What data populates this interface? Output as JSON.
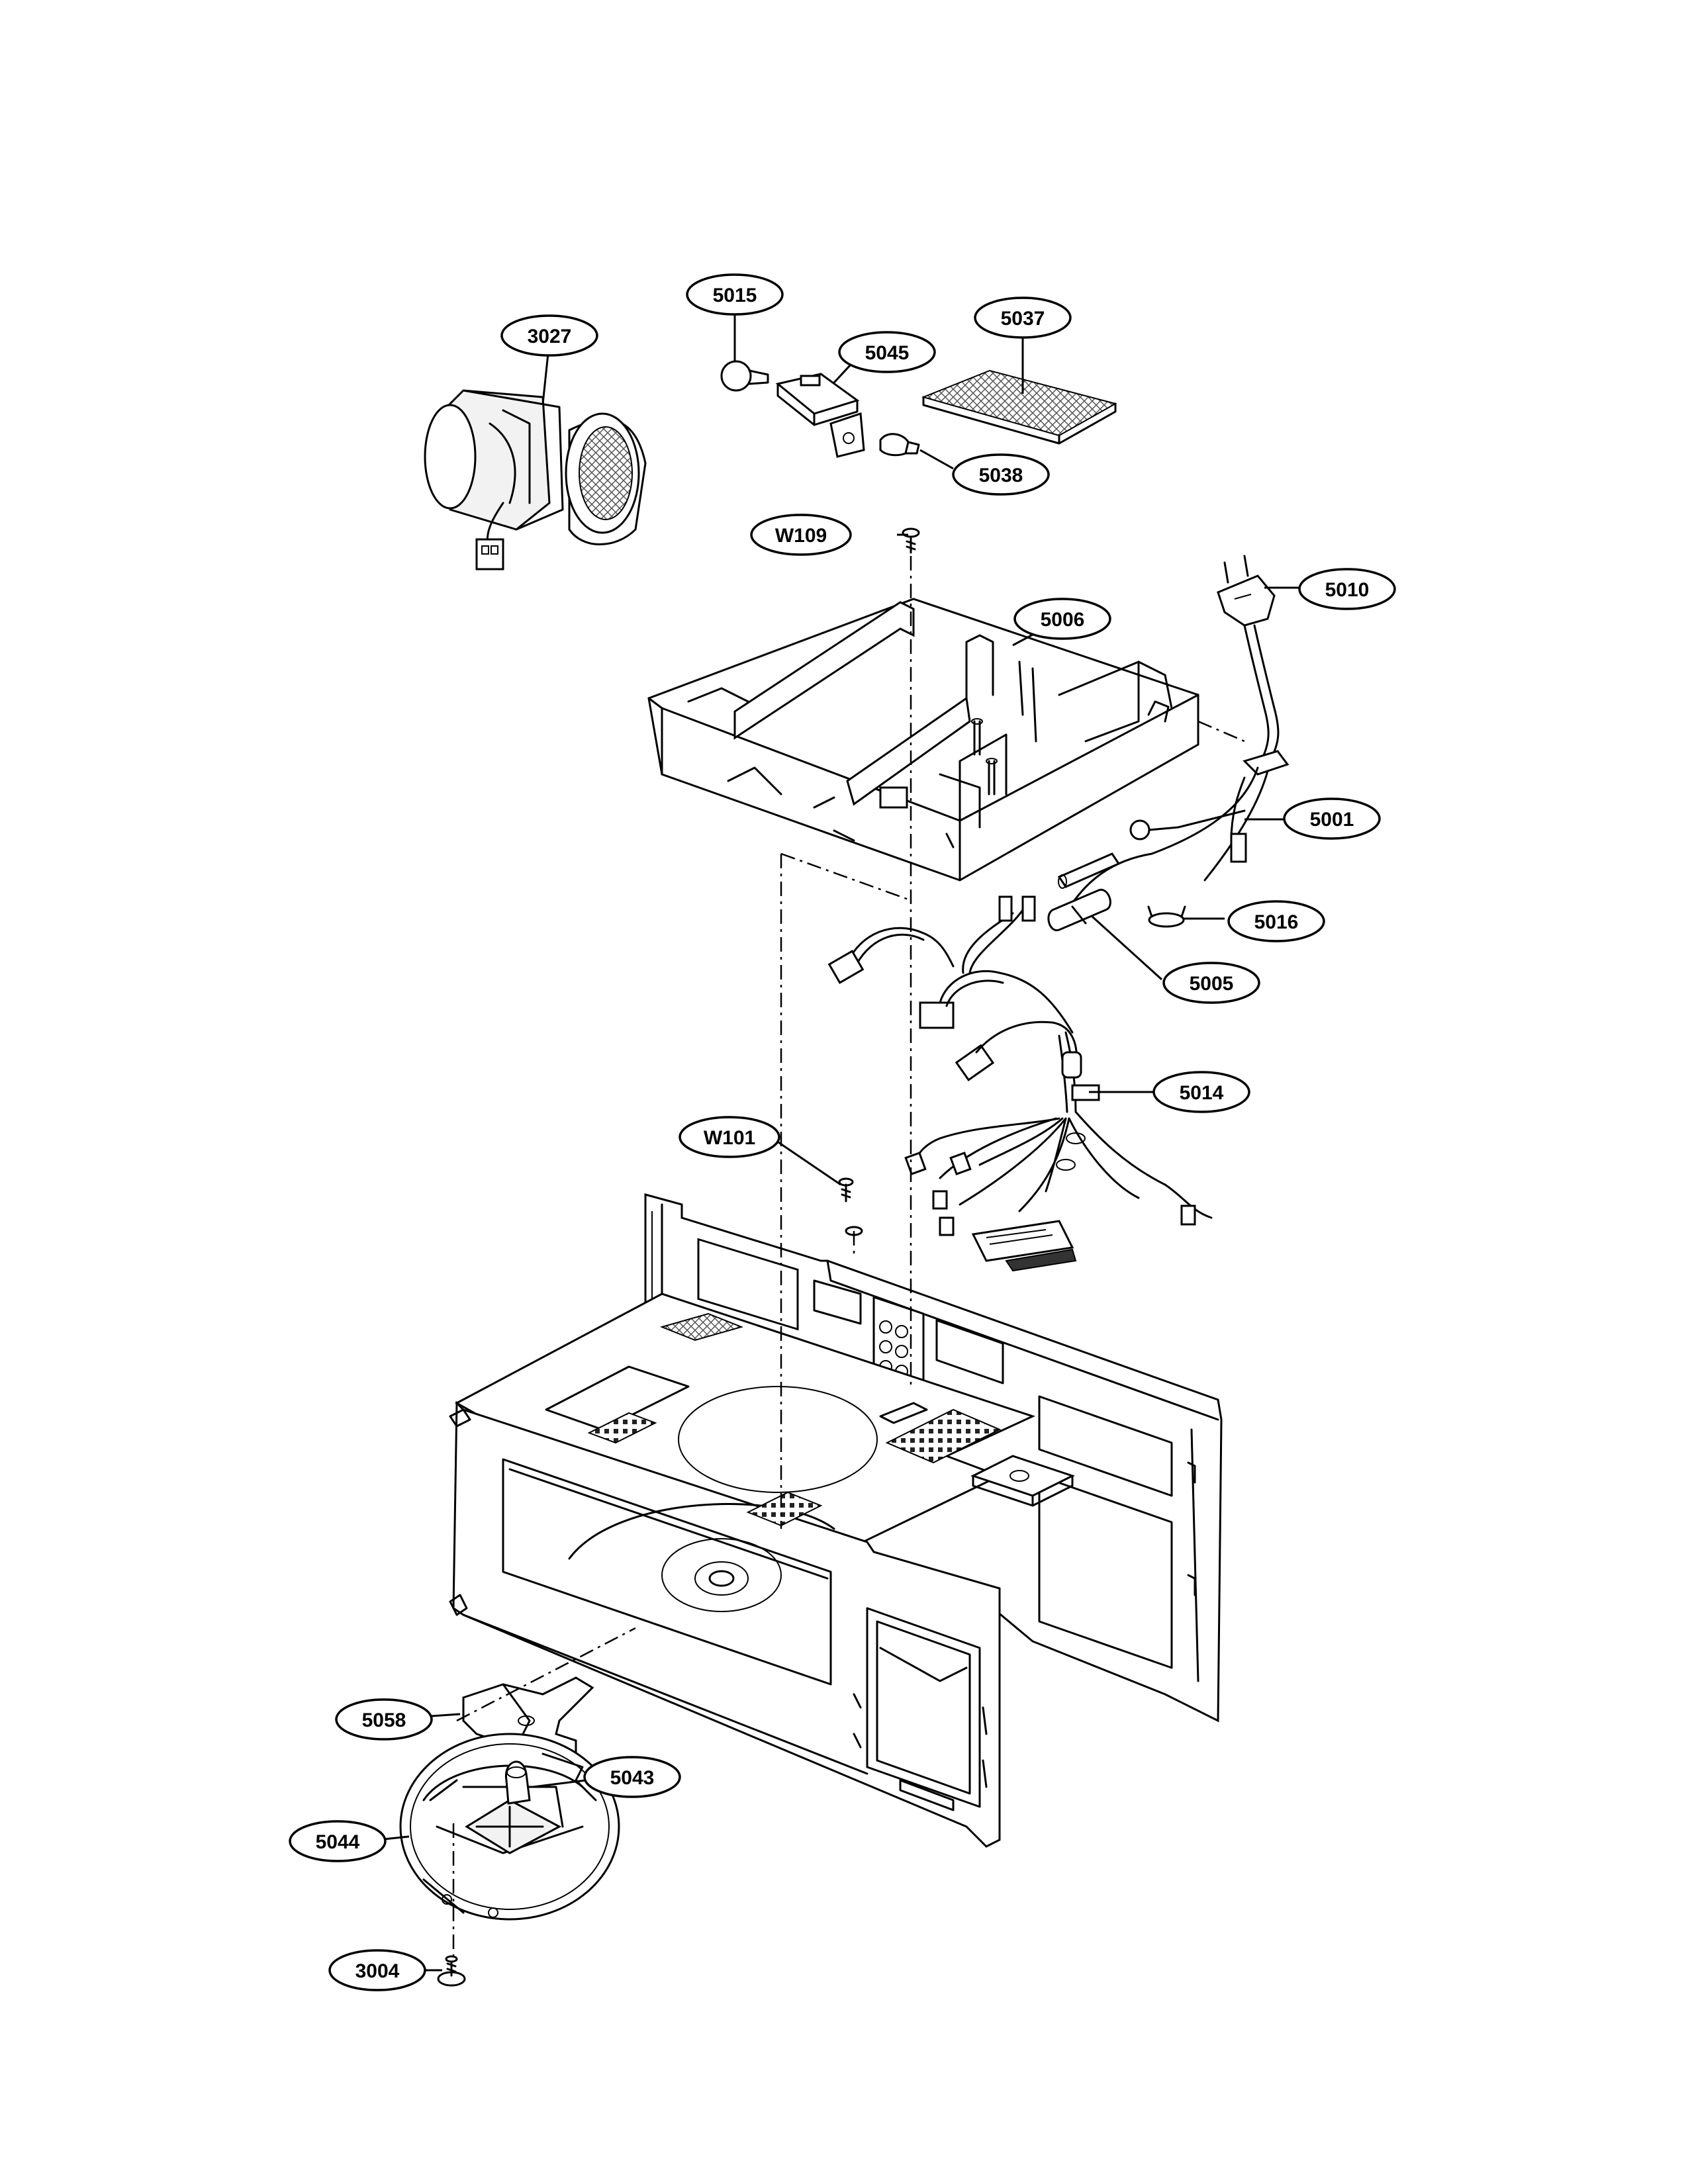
{
  "callouts": {
    "c3027": "3027",
    "c5015": "5015",
    "c5045": "5045",
    "c5037": "5037",
    "c5038": "5038",
    "cW109": "W109",
    "c5010": "5010",
    "c5006": "5006",
    "c5001": "5001",
    "c5016": "5016",
    "c5005": "5005",
    "c5014": "5014",
    "cW101": "W101",
    "c5058": "5058",
    "c5043": "5043",
    "c5044": "5044",
    "c3004": "3004"
  }
}
